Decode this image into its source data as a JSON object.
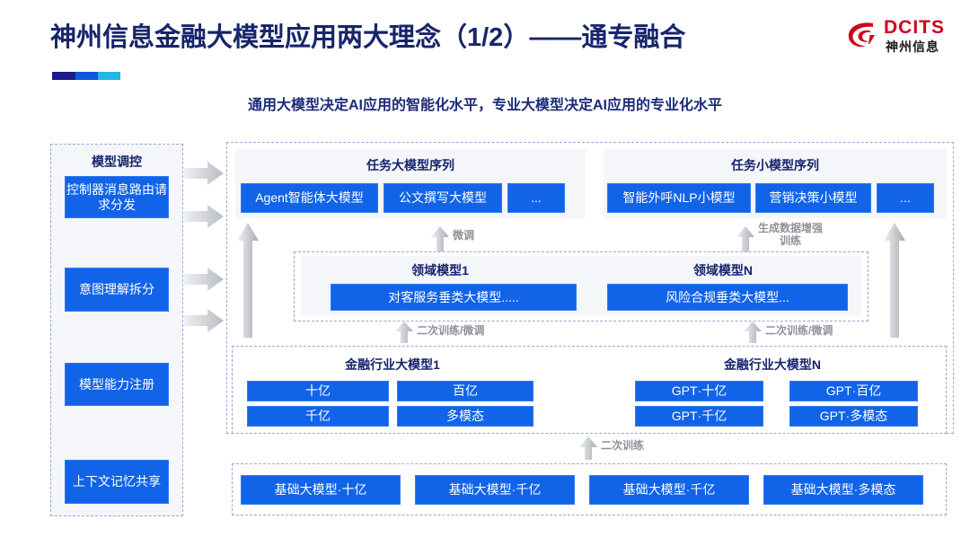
{
  "header": {
    "title": "神州信息金融大模型应用两大理念（1/2）——通专融合",
    "subtitle": "通用大模型决定AI应用的智能化水平，专业大模型决定AI应用的专业化水平",
    "logo": {
      "name": "DCITS",
      "sub": "神州信息",
      "mark": "dcits-swirl-icon"
    },
    "accent_colors": [
      "#1a1a8c",
      "#0d58e0",
      "#20b7e8"
    ],
    "title_color": "#17256b",
    "subtitle_color": "#1d2b7a"
  },
  "theme": {
    "box_blue": "#1164e8",
    "panel_bg": "#f4f6f9",
    "dashed_border": "#98a8d8",
    "arrow_grey": "#c9cbd0",
    "label_grey": "#8f9197"
  },
  "sidebar": {
    "title": "模型调控",
    "items": [
      {
        "label": "控制器消息路由请求分发"
      },
      {
        "label": "意图理解拆分"
      },
      {
        "label": "模型能力注册"
      },
      {
        "label": "上下文记忆共享"
      }
    ]
  },
  "connectors": {
    "right_arrows": [
      "arrow-right-icon",
      "arrow-right-icon",
      "arrow-right-icon",
      "arrow-right-icon"
    ],
    "labels": {
      "fine_tune": "微调",
      "data_aug": "生成数据增强\n训练",
      "retrain_finetune_left": "二次训练/微调",
      "retrain_finetune_right": "二次训练/微调",
      "retrain": "二次训练"
    }
  },
  "task_panels": [
    {
      "title": "任务大模型序列",
      "boxes": [
        "Agent智能体大模型",
        "公文撰写大模型",
        "..."
      ]
    },
    {
      "title": "任务小模型序列",
      "boxes": [
        "智能外呼NLP小模型",
        "营销决策小模型",
        "..."
      ]
    }
  ],
  "domain_panels": [
    {
      "title": "领域模型1",
      "box": "对客服务垂类大模型....."
    },
    {
      "title": "领域模型N",
      "box": "风险合规垂类大模型..."
    }
  ],
  "industry_panels": [
    {
      "title": "金融行业大模型1",
      "boxes": [
        "十亿",
        "百亿",
        "千亿",
        "多模态"
      ]
    },
    {
      "title": "金融行业大模型N",
      "boxes": [
        "GPT·十亿",
        "GPT·百亿",
        "GPT·千亿",
        "GPT·多模态"
      ]
    }
  ],
  "foundation": {
    "boxes": [
      "基础大模型·十亿",
      "基础大模型·千亿",
      "基础大模型·千亿",
      "基础大模型·多模态"
    ]
  }
}
